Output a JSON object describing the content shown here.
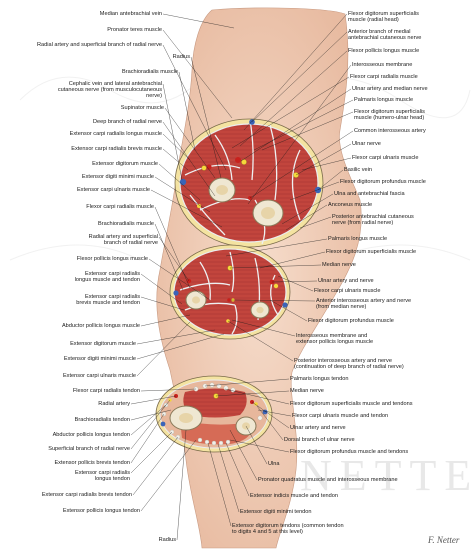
{
  "labels": {
    "left": [
      {
        "id": "l1",
        "text": "Median antebrachial vein"
      },
      {
        "id": "l2",
        "text": "Pronator teres muscle"
      },
      {
        "id": "l3",
        "text": "Radial artery and superficial branch of radial nerve"
      },
      {
        "id": "l4",
        "text": "Radius"
      },
      {
        "id": "l5",
        "text": "Brachioradialis muscle"
      },
      {
        "id": "l6",
        "text": "Cephalic vein and lateral antebrachial"
      },
      {
        "id": "l6b",
        "text": "cutaneous nerve (from musculocutaneous"
      },
      {
        "id": "l6c",
        "text": "nerve)"
      },
      {
        "id": "l7",
        "text": "Supinator muscle"
      },
      {
        "id": "l8",
        "text": "Deep branch of radial nerve"
      },
      {
        "id": "l9",
        "text": "Extensor carpi radialis longus muscle"
      },
      {
        "id": "l10",
        "text": "Extensor carpi radialis brevis muscle"
      },
      {
        "id": "l11",
        "text": "Extensor digitorum muscle"
      },
      {
        "id": "l12",
        "text": "Extensor digiti minimi muscle"
      },
      {
        "id": "l13",
        "text": "Extensor carpi ulnaris muscle"
      },
      {
        "id": "l14",
        "text": "Flexor carpi radialis muscle"
      },
      {
        "id": "l15",
        "text": "Brachioradialis muscle"
      },
      {
        "id": "l16",
        "text": "Radial artery and superficial"
      },
      {
        "id": "l16b",
        "text": "branch of radial nerve"
      },
      {
        "id": "l17",
        "text": "Flexor pollicis longus muscle"
      },
      {
        "id": "l18",
        "text": "Extensor carpi radialis"
      },
      {
        "id": "l18b",
        "text": "longus muscle and tendon"
      },
      {
        "id": "l19",
        "text": "Extensor carpi radialis"
      },
      {
        "id": "l19b",
        "text": "brevis muscle and tendon"
      },
      {
        "id": "l20",
        "text": "Abductor pollicis longus muscle"
      },
      {
        "id": "l21",
        "text": "Extensor digitorum muscle"
      },
      {
        "id": "l22",
        "text": "Extensor digiti minimi muscle"
      },
      {
        "id": "l23",
        "text": "Extensor carpi ulnaris muscle"
      },
      {
        "id": "l24",
        "text": "Flexor carpi radialis tendon"
      },
      {
        "id": "l25",
        "text": "Radial artery"
      },
      {
        "id": "l26",
        "text": "Brachioradialis tendon"
      },
      {
        "id": "l27",
        "text": "Abductor pollicis longus tendon"
      },
      {
        "id": "l28",
        "text": "Superficial branch of radial nerve"
      },
      {
        "id": "l29",
        "text": "Extensor pollicis brevis tendon"
      },
      {
        "id": "l30",
        "text": "Extensor carpi radialis"
      },
      {
        "id": "l30b",
        "text": "longus tendon"
      },
      {
        "id": "l31",
        "text": "Extensor carpi radialis brevis tendon"
      },
      {
        "id": "l32",
        "text": "Extensor pollicis longus tendon"
      },
      {
        "id": "l33",
        "text": "Radius"
      }
    ],
    "right": [
      {
        "id": "r1",
        "text": "Flexor digitorum superficialis"
      },
      {
        "id": "r1b",
        "text": "muscle (radial head)"
      },
      {
        "id": "r2",
        "text": "Anterior branch of medial"
      },
      {
        "id": "r2b",
        "text": "antebrachial cutaneous nerve"
      },
      {
        "id": "r3",
        "text": "Flexor pollicis longus muscle"
      },
      {
        "id": "r4",
        "text": "Interosseous membrane"
      },
      {
        "id": "r5",
        "text": "Flexor carpi radialis muscle"
      },
      {
        "id": "r6",
        "text": "Ulnar artery and median nerve"
      },
      {
        "id": "r7",
        "text": "Palmaris longus muscle"
      },
      {
        "id": "r8",
        "text": "Flexor digitorum superficialis"
      },
      {
        "id": "r8b",
        "text": "muscle (humero-ulnar head)"
      },
      {
        "id": "r9",
        "text": "Common interosseous artery"
      },
      {
        "id": "r10",
        "text": "Ulnar nerve"
      },
      {
        "id": "r11",
        "text": "Flexor carpi ulnaris muscle"
      },
      {
        "id": "r12",
        "text": "Basilic vein"
      },
      {
        "id": "r13",
        "text": "Flexor digitorum profundus muscle"
      },
      {
        "id": "r14",
        "text": "Ulna and antebrachial fascia"
      },
      {
        "id": "r15",
        "text": "Anconeus muscle"
      },
      {
        "id": "r16",
        "text": "Posterior antebrachial cutaneous"
      },
      {
        "id": "r16b",
        "text": "nerve (from radial nerve)"
      },
      {
        "id": "r17",
        "text": "Palmaris longus muscle"
      },
      {
        "id": "r18",
        "text": "Flexor digitorum superficialis muscle"
      },
      {
        "id": "r19",
        "text": "Median nerve"
      },
      {
        "id": "r20",
        "text": "Ulnar artery and nerve"
      },
      {
        "id": "r21",
        "text": "Flexor carpi ulnaris muscle"
      },
      {
        "id": "r22",
        "text": "Anterior interosseous artery and nerve"
      },
      {
        "id": "r22b",
        "text": "(from median nerve)"
      },
      {
        "id": "r23",
        "text": "Flexor digitorum profundus muscle"
      },
      {
        "id": "r24",
        "text": "Interosseous membrane and"
      },
      {
        "id": "r24b",
        "text": "extensor pollicis longus muscle"
      },
      {
        "id": "r25",
        "text": "Posterior interosseous artery and nerve"
      },
      {
        "id": "r25b",
        "text": "(continuation of deep branch of radial nerve)"
      },
      {
        "id": "r26",
        "text": "Palmaris longus tendon"
      },
      {
        "id": "r27",
        "text": "Median nerve"
      },
      {
        "id": "r28",
        "text": "Flexor digitorum superficialis muscle and tendons"
      },
      {
        "id": "r29",
        "text": "Flexor carpi ulnaris muscle and tendon"
      },
      {
        "id": "r30",
        "text": "Ulnar artery and nerve"
      },
      {
        "id": "r31",
        "text": "Dorsal branch of ulnar nerve"
      },
      {
        "id": "r32",
        "text": "Flexor digitorum profundus muscle and tendons"
      },
      {
        "id": "r33",
        "text": "Ulna"
      },
      {
        "id": "r34",
        "text": "Pronator quadratus muscle and interosseous membrane"
      },
      {
        "id": "r35",
        "text": "Extensor indicis muscle and tendon"
      },
      {
        "id": "r36",
        "text": "Extensor digiti minimi tendon"
      },
      {
        "id": "r37",
        "text": "Extensor digitorum tendons (common tendon"
      },
      {
        "id": "r37b",
        "text": "to digits 4 and 5 at this level)"
      }
    ]
  },
  "watermark": "NETTER",
  "signature": "F. Netter",
  "colors": {
    "skin": "#f3d5c1",
    "skin_shadow": "#e7b79c",
    "muscle": "#c2453d",
    "muscle_dark": "#9e2f2a",
    "bone": "#efe7d2",
    "fat": "#f4e3a1",
    "fascia": "#e9ecef",
    "nerve": "#f5d83b",
    "artery": "#c8211d",
    "vein": "#3a64b8",
    "tendon": "#f2f0ea",
    "line": "#1a1a1a"
  }
}
